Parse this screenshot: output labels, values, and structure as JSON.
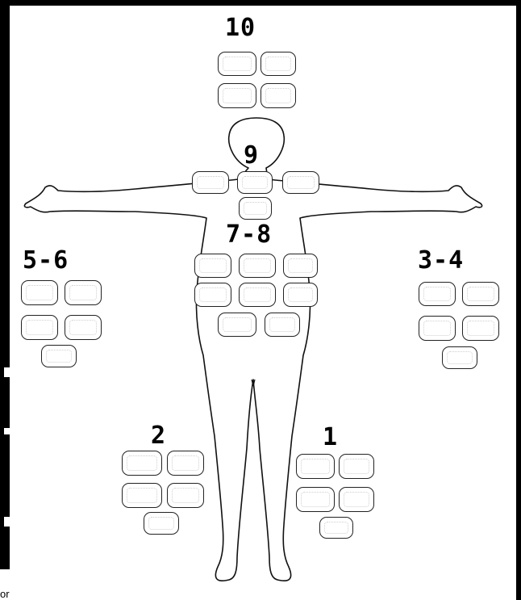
{
  "zones": [
    {
      "id": "10",
      "label": "10"
    },
    {
      "id": "9",
      "label": "9"
    },
    {
      "id": "7-8",
      "label": "7-8"
    },
    {
      "id": "5-6",
      "label": "5-6"
    },
    {
      "id": "3-4",
      "label": "3-4"
    },
    {
      "id": "2",
      "label": "2"
    },
    {
      "id": "1",
      "label": "1"
    }
  ],
  "caption_fragment": "or"
}
